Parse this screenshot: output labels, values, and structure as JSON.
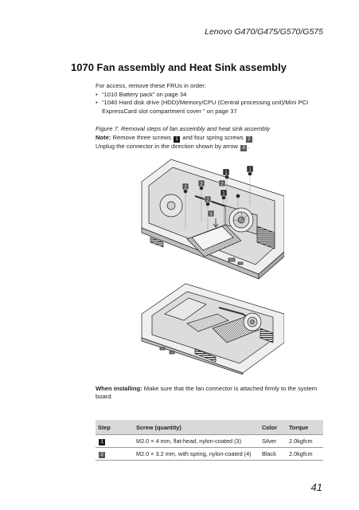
{
  "header": {
    "model": "Lenovo G470/G475/G570/G575"
  },
  "section": {
    "title": "1070 Fan assembly and Heat Sink assembly"
  },
  "intro": {
    "lead": "For access, remove these FRUs in order:",
    "items": [
      "“1010 Battery pack” on page 34",
      "“1040 Hard disk drive (HDD)/Memory/CPU (Central processing unit)/Mini PCI ExpressCard slot compartment cover ” on page 37"
    ]
  },
  "figure": {
    "caption": "Figure 7. Removal steps of fan assembly and heat sink assembly",
    "callouts": [
      "1",
      "1",
      "1",
      "2",
      "2",
      "2",
      "2",
      "3"
    ]
  },
  "note": {
    "label": "Note:",
    "text_a": "Remove three screws",
    "key1": "1",
    "text_b": "and four spring screws",
    "key2": "2",
    "text_c": ".",
    "line2_a": "Unplug the connector in the direction shown by arrow",
    "key3": "3",
    "line2_b": "."
  },
  "install": {
    "label": "When installing:",
    "text": "Make sure that the fan connector is attached firmly to the system board."
  },
  "table": {
    "headers": [
      "Step",
      "Screw (quantity)",
      "Color",
      "Torque"
    ],
    "rows": [
      {
        "step": "1",
        "screw": "M2.0 × 4 mm, flat-head, nylon-coated (3)",
        "color": "Silver",
        "torque": "2.0kgfcm"
      },
      {
        "step": "2",
        "screw": "M2.0 × 3.2 mm, with spring, nylon-coated (4)",
        "color": "Black",
        "torque": "2.0kgfcm"
      }
    ]
  },
  "page": {
    "number": "41"
  }
}
